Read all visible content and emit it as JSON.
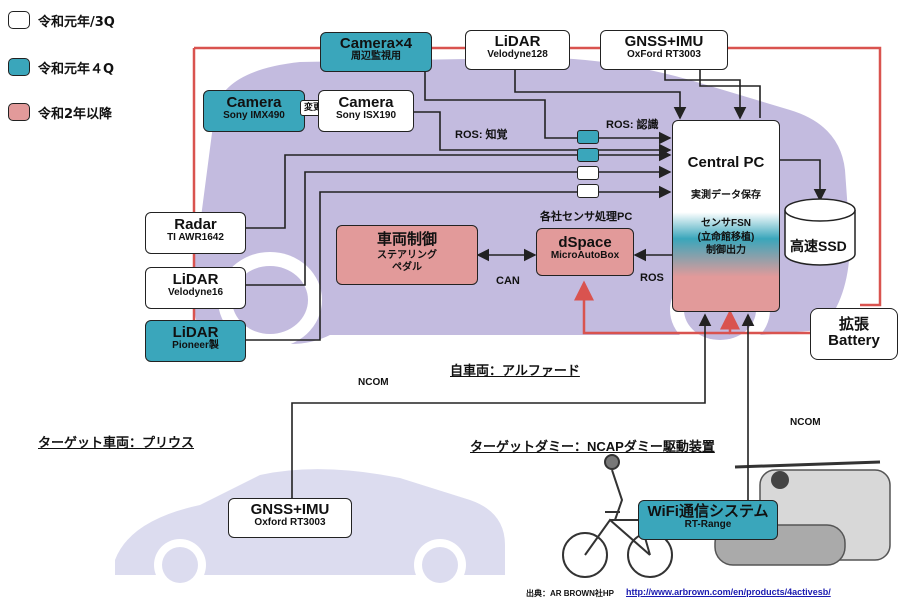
{
  "legend": [
    {
      "label": "令和元年/3Q",
      "color": "#ffffff"
    },
    {
      "label": "令和元年４Q",
      "color": "#3aa6bb"
    },
    {
      "label": "令和2年以降",
      "color": "#e29a9a"
    }
  ],
  "nodes": {
    "camera4": {
      "line1": "Camera×4",
      "line2": "周辺監視用"
    },
    "lidar128": {
      "line1": "LiDAR",
      "line2": "Velodyne128"
    },
    "gnss_top": {
      "line1": "GNSS+IMU",
      "line2": "OxFord RT3003"
    },
    "cam_imx": {
      "line1": "Camera",
      "line2": "Sony IMX490"
    },
    "cam_isx": {
      "line1": "Camera",
      "line2": "Sony ISX190"
    },
    "radar": {
      "line1": "Radar",
      "line2": "TI AWR1642"
    },
    "lidar16": {
      "line1": "LiDAR",
      "line2": "Velodyne16"
    },
    "lidar_pio": {
      "line1": "LiDAR",
      "line2": "Pioneer製"
    },
    "vehicle_ctrl": {
      "line1": "車両制御",
      "line2": "ステアリング",
      "line3": "ペダル"
    },
    "dspace": {
      "line1": "dSpace",
      "line2": "MicroAutoBox"
    },
    "central": {
      "line1": "Central PC",
      "line2": "実測データ保存",
      "line3": "センサFSN",
      "line4": "(立命館移植)",
      "line5": "制御出力"
    },
    "ssd": {
      "label": "高速SSD"
    },
    "battery": {
      "line1": "拡張",
      "line2": "Battery"
    },
    "gnss_bot": {
      "line1": "GNSS+IMU",
      "line2": "Oxford RT3003"
    },
    "wifi": {
      "line1": "WiFi通信システム",
      "line2": "RT-Range"
    }
  },
  "labels": {
    "henkou": "変更",
    "ros_chikaku": "ROS: 知覚",
    "ros_ninshiki": "ROS: 認識",
    "sensor_pc": "各社センサ処理PC",
    "can": "CAN",
    "ros": "ROS",
    "ncom_left": "NCOM",
    "ncom_right": "NCOM",
    "ego": "自車両：アルファード",
    "target_vehicle": "ターゲット車両：プリウス",
    "target_dummy": "ターゲットダミー：NCAPダミー駆動装置",
    "source_prefix": "出典：AR BROWN社HP",
    "source_url": "http://www.arbrown.com/en/products/4activesb/"
  },
  "colors": {
    "teal": "#3aa6bb",
    "pink": "#e29a9a",
    "red_line": "#d9534f",
    "car": "#bfb6dc",
    "car_light": "#dcdcef"
  }
}
